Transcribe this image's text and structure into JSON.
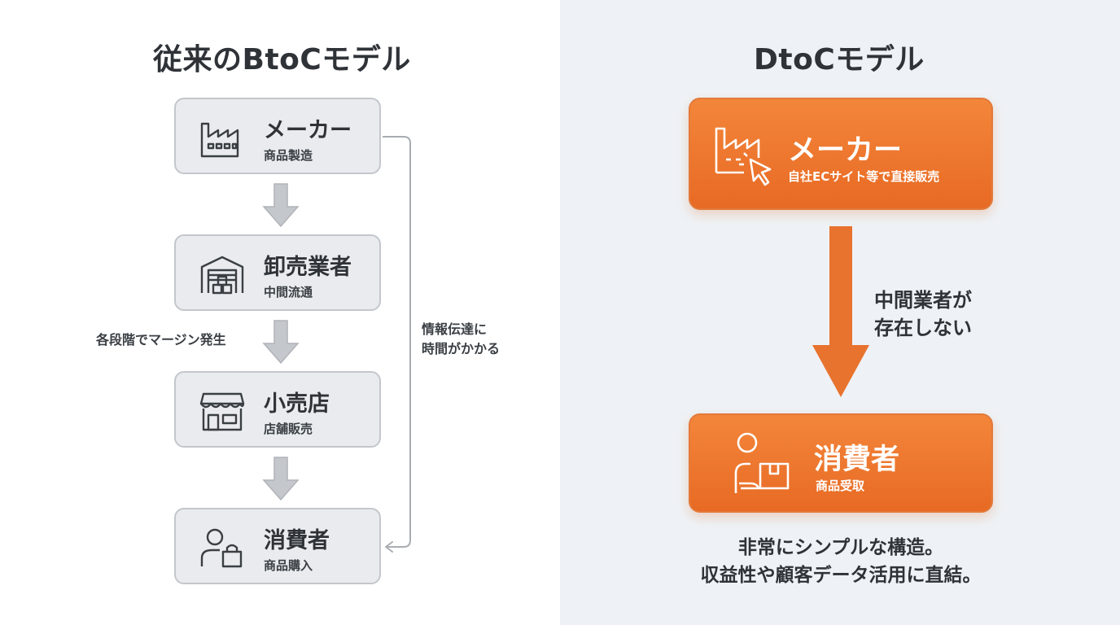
{
  "btoc": {
    "heading": "従来のBtoCモデル",
    "boxes": [
      {
        "title": "メーカー",
        "subtitle": "商品製造",
        "icon": "factory-icon"
      },
      {
        "title": "卸売業者",
        "subtitle": "中間流通",
        "icon": "warehouse-icon"
      },
      {
        "title": "小売店",
        "subtitle": "店舗販売",
        "icon": "store-icon"
      },
      {
        "title": "消費者",
        "subtitle": "商品購入",
        "icon": "shopper-icon"
      }
    ],
    "margin_note": "各段階でマージン発生",
    "info_note": [
      "情報伝達に",
      "時間がかかる"
    ]
  },
  "dtoc": {
    "heading": "DtoCモデル",
    "maker": {
      "title": "メーカー",
      "subtitle": "自社ECサイト等で直接販売",
      "icon": "factory-click-icon"
    },
    "middle_label": [
      "中間業者が",
      "存在しない"
    ],
    "consumer": {
      "title": "消費者",
      "subtitle": "商品受取",
      "icon": "person-package-icon"
    },
    "summary": [
      "非常にシンプルな構造。",
      "収益性や顧客データ活用に直結。"
    ]
  },
  "colors": {
    "accent": "#e8722c",
    "gray_box": "#e9ebee",
    "gray_border": "#c3c7cc",
    "right_bg": "#eef2f6"
  }
}
